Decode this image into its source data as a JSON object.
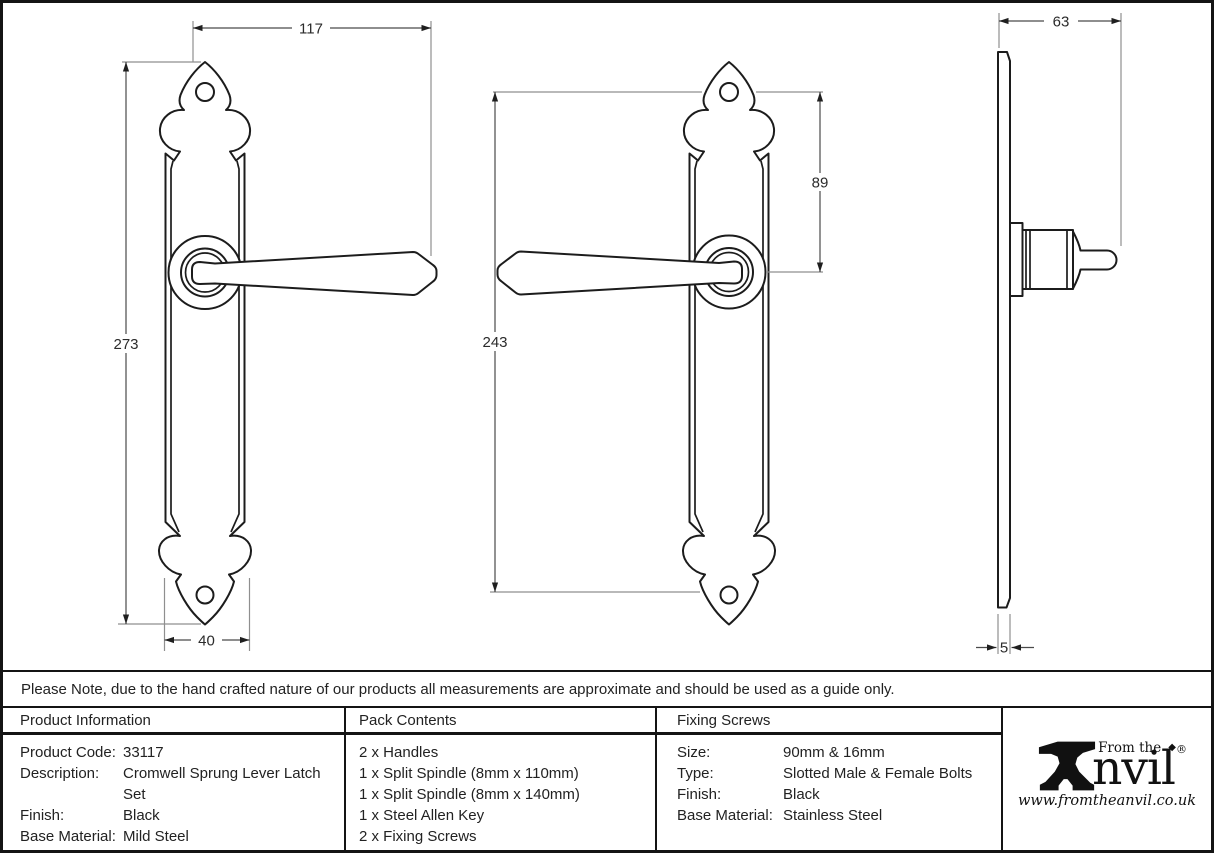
{
  "sheet": {
    "note": "Please Note, due to the hand crafted nature of our products all measurements are approximate and should be used as a guide only."
  },
  "dimensions": {
    "front_view": {
      "overall_width": "117",
      "overall_height": "273",
      "plate_width": "40"
    },
    "rear_view": {
      "fixing_centres": "243",
      "top_to_spindle": "89"
    },
    "side_view": {
      "projection": "63",
      "plate_thickness": "5"
    }
  },
  "table": {
    "product_information": {
      "header": "Product Information",
      "rows": [
        {
          "label": "Product Code:",
          "value": "33117"
        },
        {
          "label": "Description:",
          "value": "Cromwell Sprung Lever Latch Set"
        },
        {
          "label": "Finish:",
          "value": "Black"
        },
        {
          "label": "Base Material:",
          "value": "Mild Steel"
        }
      ]
    },
    "pack_contents": {
      "header": "Pack Contents",
      "items": [
        "2 x Handles",
        "1 x Split Spindle (8mm x 110mm)",
        "1 x Split Spindle (8mm x 140mm)",
        "1 x Steel Allen Key",
        "2 x Fixing Screws"
      ]
    },
    "fixing_screws": {
      "header": "Fixing Screws",
      "rows": [
        {
          "label": "Size:",
          "value": "90mm & 16mm"
        },
        {
          "label": "Type:",
          "value": "Slotted Male & Female Bolts"
        },
        {
          "label": "Finish:",
          "value": "Black"
        },
        {
          "label": "Base Material:",
          "value": "Stainless Steel"
        }
      ]
    }
  },
  "logo": {
    "from_the": "From the",
    "diamond": "◆",
    "main": "nvil",
    "registered": "®",
    "url": "www.fromtheanvil.co.uk"
  },
  "colors": {
    "sheet_background": "#ffffff",
    "part_outline": "#1c1c1c",
    "dimension_line": "#4a4a4a",
    "extension_line": "#8f8f8f",
    "frame_border": "#141414"
  }
}
